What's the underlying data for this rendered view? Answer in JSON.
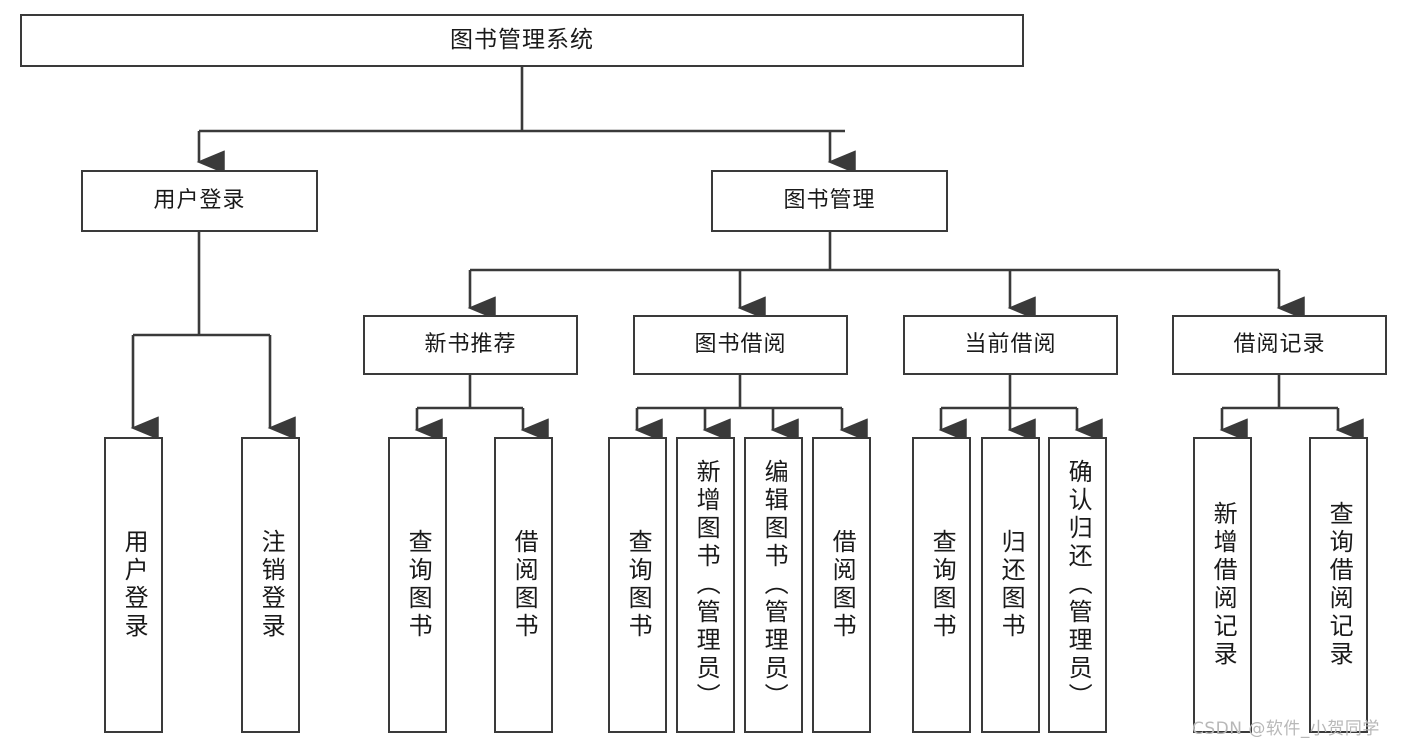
{
  "diagram": {
    "type": "tree",
    "title": "图书管理系统",
    "watermark": "CSDN @软件_小贺同学",
    "colors": {
      "box_border": "#3a3a3a",
      "box_fill": "#ffffff",
      "connector": "#3a3a3a",
      "text": "#1a1a1a",
      "watermark": "#b8b8b8"
    },
    "nodes": {
      "root": {
        "label": "图书管理系统"
      },
      "level2": [
        {
          "label": "用户登录"
        },
        {
          "label": "图书管理"
        }
      ],
      "level3": [
        {
          "label": "新书推荐"
        },
        {
          "label": "图书借阅"
        },
        {
          "label": "当前借阅"
        },
        {
          "label": "借阅记录"
        }
      ],
      "leaves": {
        "user_login": [
          {
            "label": "用户登录"
          },
          {
            "label": "注销登录"
          }
        ],
        "new_book": [
          {
            "label": "查询图书"
          },
          {
            "label": "借阅图书"
          }
        ],
        "book_borrow": [
          {
            "label": "查询图书"
          },
          {
            "label": "新增图书（管理员）"
          },
          {
            "label": "编辑图书（管理员）"
          },
          {
            "label": "借阅图书"
          }
        ],
        "current_borrow": [
          {
            "label": "查询图书"
          },
          {
            "label": "归还图书"
          },
          {
            "label": "确认归还（管理员）"
          }
        ],
        "borrow_record": [
          {
            "label": "新增借阅记录"
          },
          {
            "label": "查询借阅记录"
          }
        ]
      }
    }
  }
}
